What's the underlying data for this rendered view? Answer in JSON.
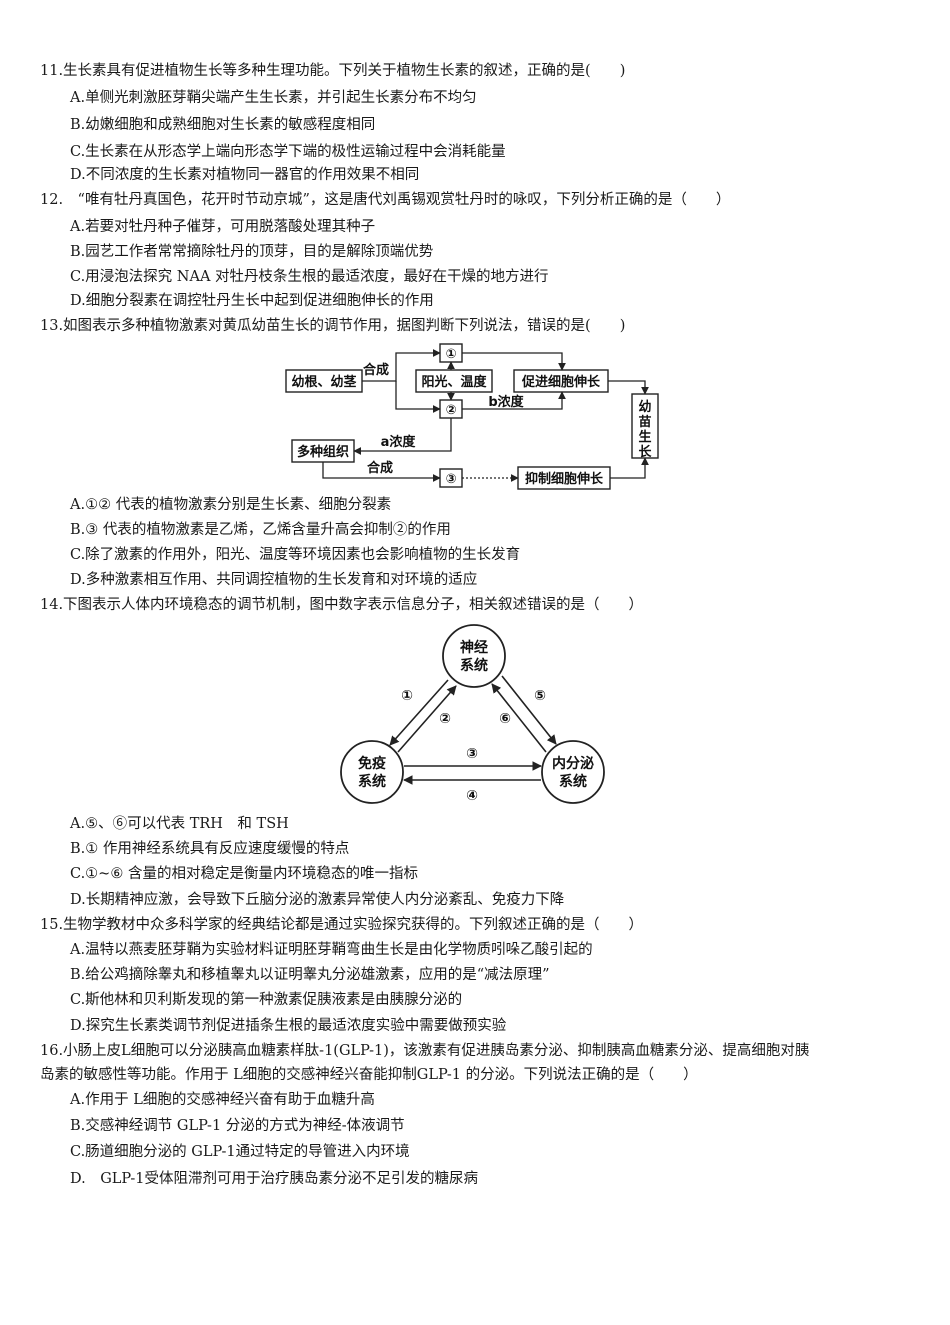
{
  "questions": [
    {
      "stem": "11.生长素具有促进植物生长等多种生理功能。下列关于植物生长素的叙述，正确的是(　　)",
      "options": [
        "A.单侧光刺激胚芽鞘尖端产生生长素，并引起生长素分布不均匀",
        "B.幼嫩细胞和成熟细胞对生长素的敏感程度相同",
        "C.生长素在从形态学上端向形态学下端的极性运输过程中会消耗能量",
        "D.不同浓度的生长素对植物同一器官的作用效果不相同"
      ]
    },
    {
      "stem": "12.　“唯有牡丹真国色，花开时节动京城”，这是唐代刘禹锡观赏牡丹时的咏叹，下列分析正确的是（　　）",
      "options": [
        "A.若要对牡丹种子催芽，可用脱落酸处理其种子",
        "B.园艺工作者常常摘除牡丹的顶芽，目的是解除顶端优势",
        "C.用浸泡法探究 NAA 对牡丹枝条生根的最适浓度，最好在干燥的地方进行",
        "D.细胞分裂素在调控牡丹生长中起到促进细胞伸长的作用"
      ]
    },
    {
      "stem": "13.如图表示多种植物激素对黄瓜幼苗生长的调节作用，据图判断下列说法，错误的是(　　)",
      "options": [
        "A.①② 代表的植物激素分别是生长素、细胞分裂素",
        "B.③ 代表的植物激素是乙烯，乙烯含量升高会抑制②的作用",
        "C.除了激素的作用外，阳光、温度等环境因素也会影响植物的生长发育",
        "D.多种激素相互作用、共同调控植物的生长发育和对环境的适应"
      ]
    },
    {
      "stem": "14.下图表示人体内环境稳态的调节机制，图中数字表示信息分子，相关叙述错误的是（　　）",
      "options": [
        "A.⑤、⑥可以代表 TRH　和 TSH",
        "B.① 作用神经系统具有反应速度缓慢的特点",
        "C.①~⑥ 含量的相对稳定是衡量内环境稳态的唯一指标",
        "D.长期精神应激，会导致下丘脑分泌的激素异常使人内分泌紊乱、免疫力下降"
      ]
    },
    {
      "stem": "15.生物学教材中众多科学家的经典结论都是通过实验探究获得的。下列叙述正确的是（　　）",
      "options": [
        "A.温特以燕麦胚芽鞘为实验材料证明胚芽鞘弯曲生长是由化学物质吲哚乙酸引起的",
        "B.给公鸡摘除睾丸和移植睾丸以证明睾丸分泌雄激素，应用的是“减法原理”",
        "C.斯他林和贝利斯发现的第一种激素促胰液素是由胰腺分泌的",
        "D.探究生长素类调节剂促进插条生根的最适浓度实验中需要做预实验"
      ]
    },
    {
      "stem": "16.小肠上皮L细胞可以分泌胰高血糖素样肽-1(GLP-1)，该激素有促进胰岛素分泌、抑制胰高血糖素分泌、提高细胞对胰",
      "stem2": "岛素的敏感性等功能。作用于 L细胞的交感神经兴奋能抑制GLP-1 的分泌。下列说法正确的是（　　）",
      "options": [
        "A.作用于 L细胞的交感神经兴奋有助于血糖升高",
        "B.交感神经调节 GLP-1 分泌的方式为神经-体液调节",
        "C.肠道细胞分泌的 GLP-1通过特定的导管进入内环境",
        "D.　GLP-1受体阻滞剂可用于治疗胰岛素分泌不足引发的糖尿病"
      ]
    }
  ],
  "diagram13": {
    "n1": "①",
    "n2": "②",
    "n3": "③",
    "root": "幼根、幼茎",
    "env": "阳光、温度",
    "promote": "促进细胞伸长",
    "seedling": [
      "幼",
      "苗",
      "生",
      "长"
    ],
    "tissue": "多种组织",
    "inhibit": "抑制细胞伸长",
    "synth1": "合成",
    "synth2": "合成",
    "b_conc": "b浓度",
    "a_conc": "a浓度"
  },
  "diagram14": {
    "nervous": [
      "神经",
      "系统"
    ],
    "immune": [
      "免疫",
      "系统"
    ],
    "endocrine": [
      "内分泌",
      "系统"
    ],
    "m1": "①",
    "m2": "②",
    "m3": "③",
    "m4": "④",
    "m5": "⑤",
    "m6": "⑥"
  }
}
